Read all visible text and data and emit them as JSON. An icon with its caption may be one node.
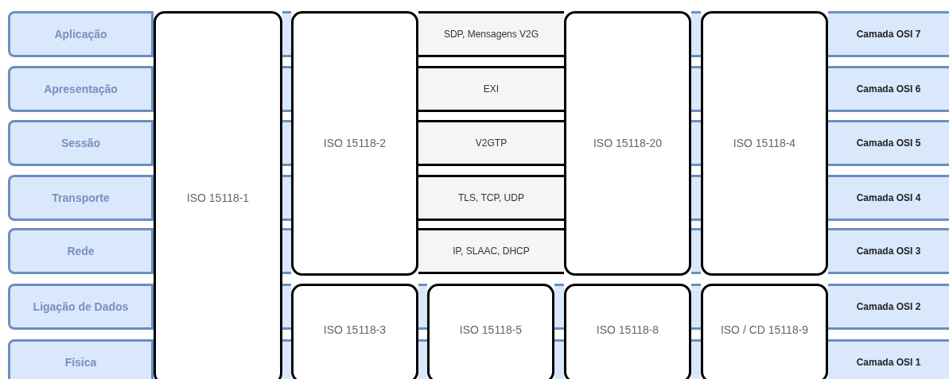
{
  "diagram": {
    "nodes": [
      {
        "text": [
          "Aplicação"
        ]
      },
      {
        "text": [
          "Apresentação"
        ]
      },
      {
        "text": [
          "Sessão"
        ]
      },
      {
        "text": [
          "Transporte"
        ]
      },
      {
        "text": [
          "Rede"
        ]
      },
      {
        "text": [
          "Ligação de Dados"
        ]
      },
      {
        "text": [
          "Física"
        ]
      },
      {
        "text": [
          "ISO 15118-1"
        ]
      },
      {
        "text": [
          "ISO 15118-2"
        ]
      },
      {
        "text": [
          "SDP, Mensagens V2G"
        ]
      },
      {
        "text": [
          "EXI"
        ]
      },
      {
        "text": [
          "V2GTP"
        ]
      },
      {
        "text": [
          "TLS, TCP, UDP"
        ]
      },
      {
        "text": [
          "IP, SLAAC, DHCP"
        ]
      },
      {
        "text": [
          "ISO 15118-20"
        ]
      },
      {
        "text": [
          "ISO 15118-4"
        ]
      },
      {
        "text": [
          "Camada OSI 7"
        ]
      },
      {
        "text": [
          "Camada OSI 6"
        ]
      },
      {
        "text": [
          "Camada OSI 5"
        ]
      },
      {
        "text": [
          "Camada OSI 4"
        ]
      },
      {
        "text": [
          "Camada OSI 3"
        ]
      },
      {
        "text": [
          "Camada OSI 2"
        ]
      },
      {
        "text": [
          "Camada OSI 1"
        ]
      },
      {
        "text": [
          "ISO 15118-3"
        ]
      },
      {
        "text": [
          "ISO 15118-5"
        ]
      },
      {
        "text": [
          "ISO 15118-8"
        ]
      },
      {
        "text": [
          "ISO / CD 15118-9"
        ]
      }
    ]
  }
}
